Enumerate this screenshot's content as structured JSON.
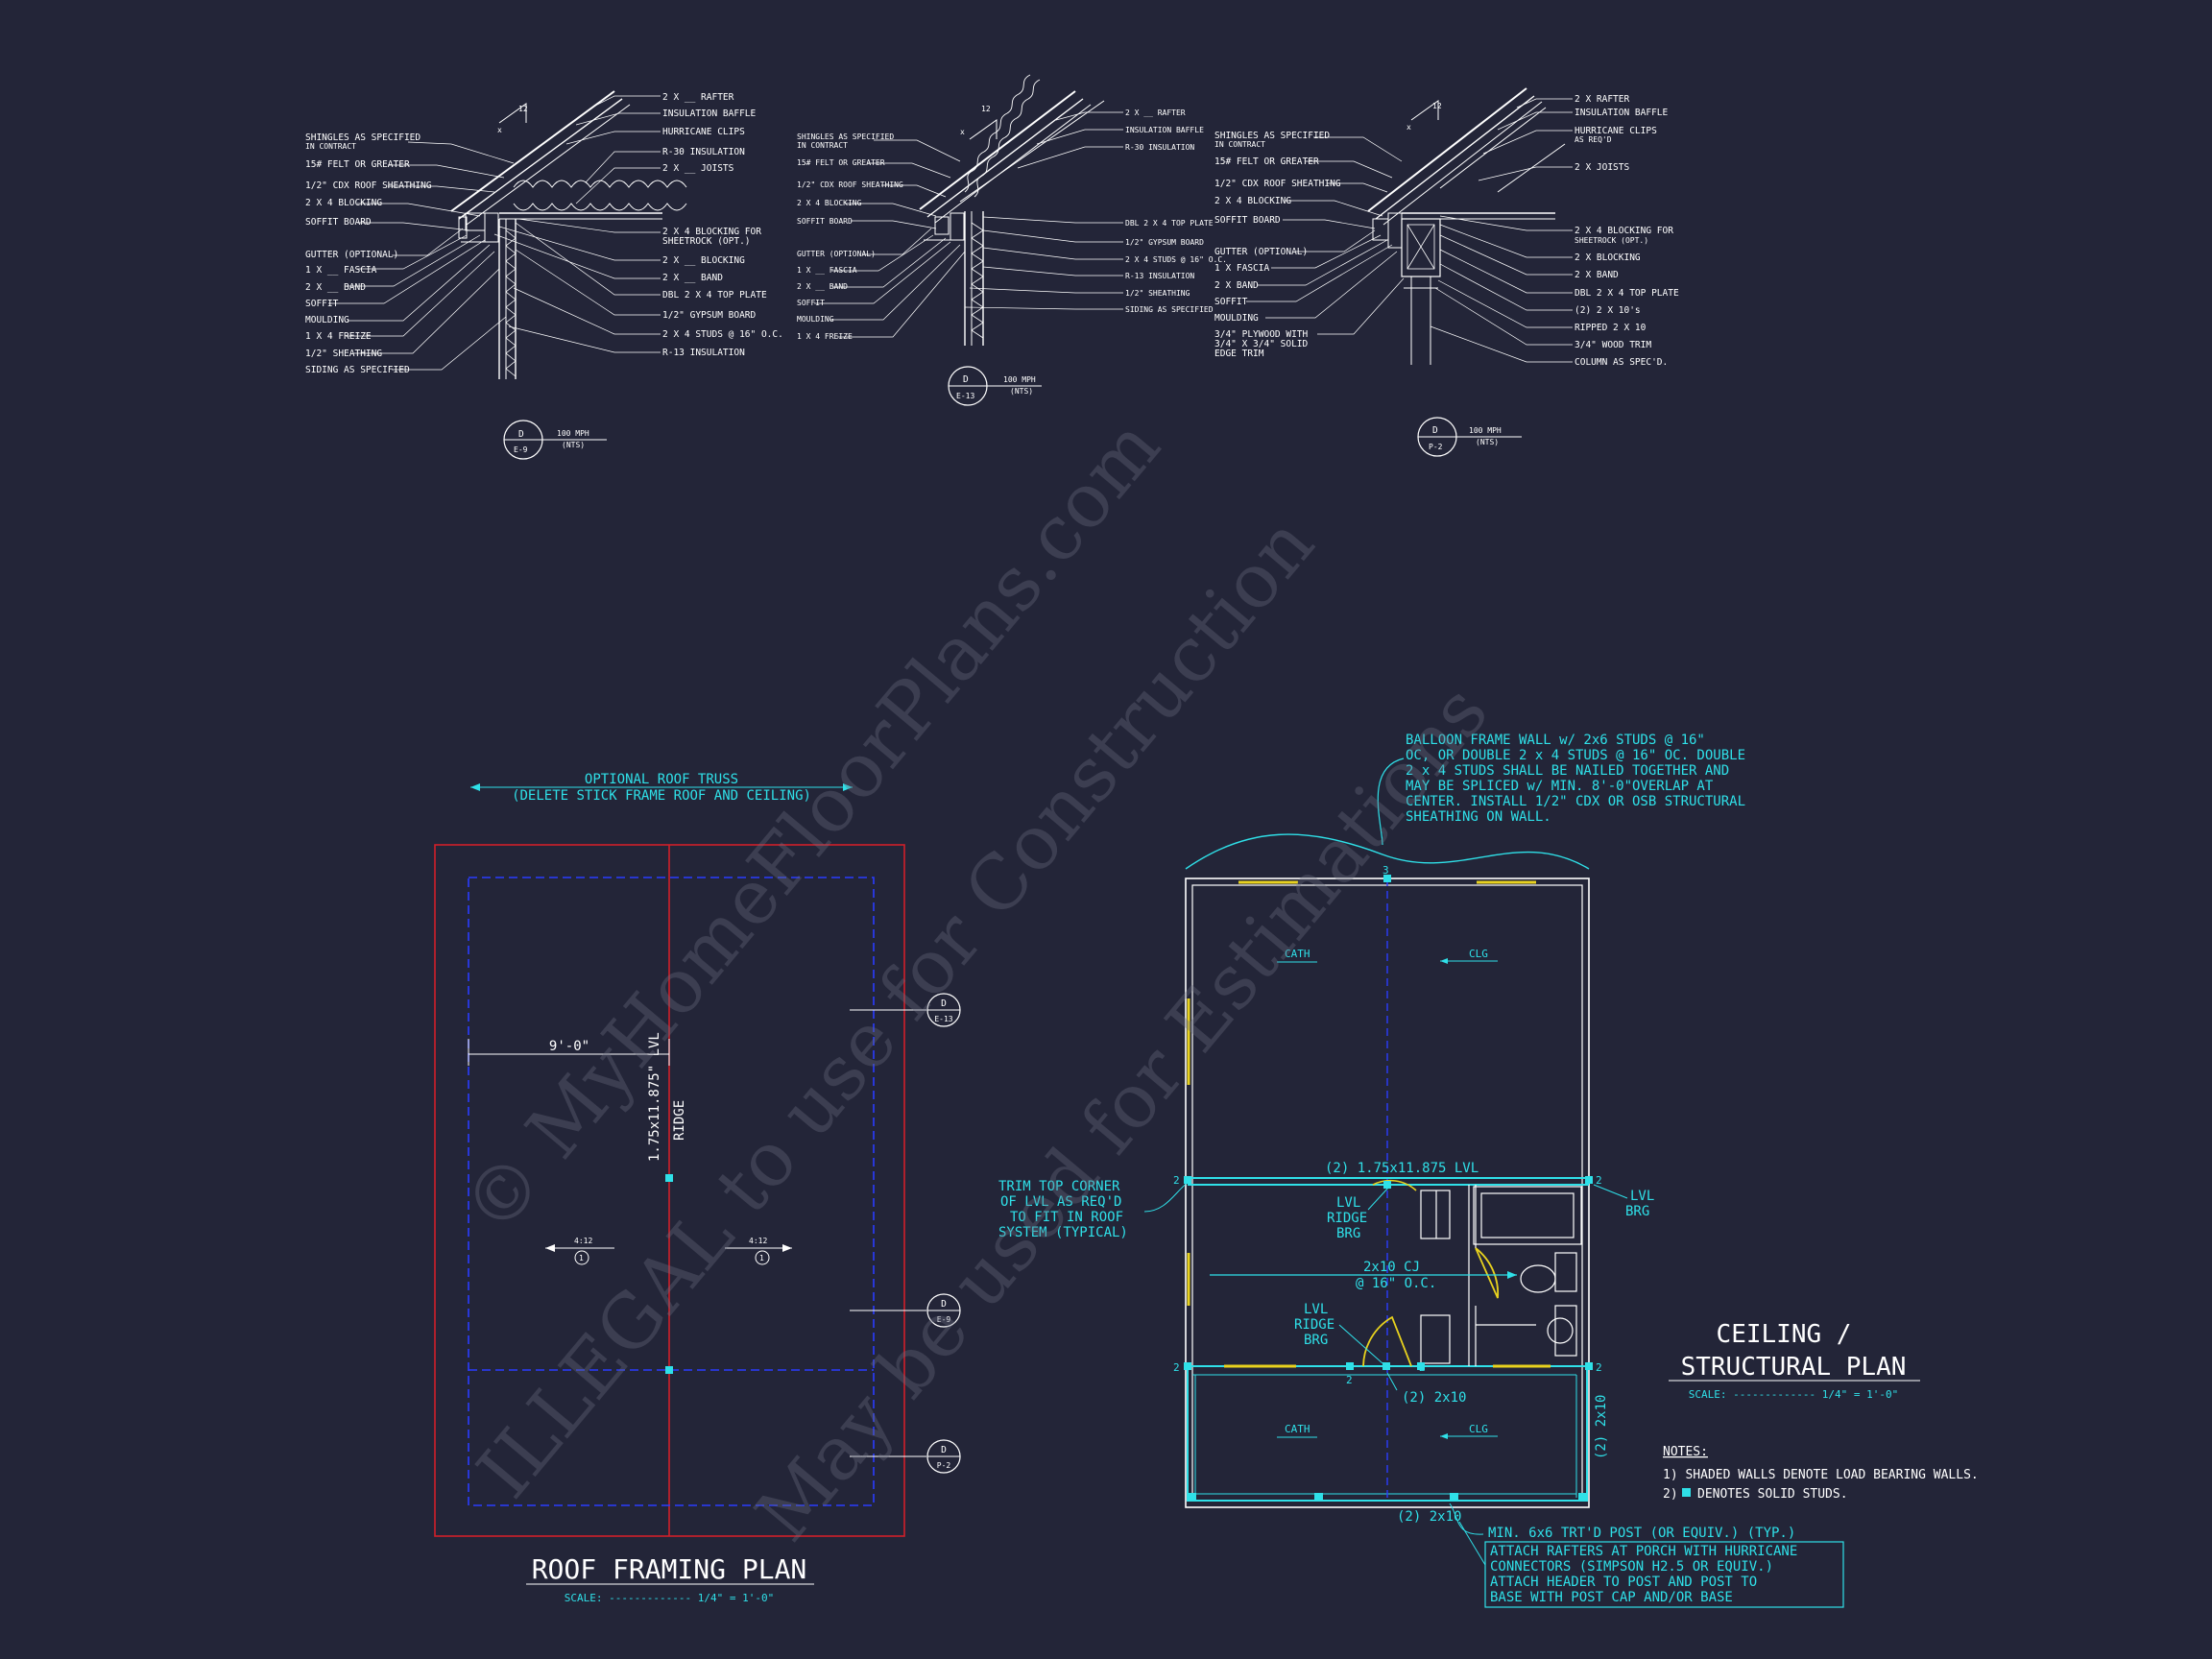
{
  "details": {
    "e9": {
      "left_labels": [
        "SHINGLES AS SPECIFIED",
        "IN CONTRACT",
        "15# FELT OR GREATER",
        "1/2\" CDX ROOF SHEATHING",
        "2 X 4 BLOCKING",
        "SOFFIT  BOARD",
        "GUTTER (OPTIONAL)",
        "1 X __ FASCIA",
        "2 X __ BAND",
        "SOFFIT",
        "MOULDING",
        "1 X 4 FREIZE",
        "1/2\" SHEATHING",
        "SIDING AS SPECIFIED"
      ],
      "right_labels": [
        "2 X __ RAFTER",
        "INSULATION BAFFLE",
        "HURRICANE CLIPS",
        "R-30 INSULATION",
        "2 X __ JOISTS",
        "2 X 4 BLOCKING FOR",
        "SHEETROCK (OPT.)",
        "2 X __ BLOCKING",
        "2 X __ BAND",
        "DBL 2 X 4 TOP PLATE",
        "1/2\" GYPSUM BOARD",
        "2 X 4 STUDS @ 16\" O.C.",
        "R-13 INSULATION"
      ],
      "pitch": "12",
      "tag_top": "D",
      "tag_bottom": "E-9",
      "wind": "100 MPH",
      "nts": "(NTS)"
    },
    "e13": {
      "left_labels": [
        "SHINGLES AS SPECIFIED",
        "IN CONTRACT",
        "15# FELT OR GREATER",
        "1/2\" CDX ROOF SHEATHING",
        "2 X 4 BLOCKING",
        "SOFFIT BOARD",
        "GUTTER (OPTIONAL)",
        "1 X __ FASCIA",
        "2 X __ BAND",
        "SOFFIT",
        "MOULDING",
        "1 X 4 FREIZE"
      ],
      "right_labels": [
        "2 X __ RAFTER",
        "INSULATION BAFFLE",
        "R-30 INSULATION",
        "DBL 2 X 4 TOP PLATE",
        "1/2\" GYPSUM BOARD",
        "2 X 4 STUDS @ 16\" O.C.",
        "R-13 INSULATION",
        "1/2\" SHEATHING",
        "SIDING AS SPECIFIED"
      ],
      "pitch": "12",
      "tag_top": "D",
      "tag_bottom": "E-13",
      "wind": "100 MPH",
      "nts": "(NTS)"
    },
    "p2": {
      "left_labels": [
        "SHINGLES AS SPECIFIED",
        "IN CONTRACT",
        "15# FELT OR GREATER",
        "1/2\" CDX ROOF SHEATHING",
        "2 X 4 BLOCKING",
        "SOFFIT  BOARD",
        "GUTTER (OPTIONAL)",
        "1 X   FASCIA",
        "2 X   BAND",
        "SOFFIT",
        "MOULDING",
        "3/4\" PLYWOOD WITH",
        "3/4\" X 3/4\" SOLID",
        "EDGE TRIM"
      ],
      "right_labels": [
        "2 X   RAFTER",
        "INSULATION BAFFLE",
        "HURRICANE CLIPS",
        "AS REQ'D",
        "2 X   JOISTS",
        "2 X 4 BLOCKING FOR",
        "SHEETROCK (OPT.)",
        "2 X   BLOCKING",
        "2 X   BAND",
        "DBL 2 X 4 TOP PLATE",
        "(2) 2 X 10's",
        "RIPPED 2 X 10",
        "3/4\" WOOD TRIM",
        "COLUMN AS SPEC'D."
      ],
      "pitch": "12",
      "tag_top": "D",
      "tag_bottom": "P-2",
      "wind": "100 MPH",
      "nts": "(NTS)"
    }
  },
  "roof_plan": {
    "truss_line1": "OPTIONAL ROOF TRUSS",
    "truss_line2": "(DELETE STICK FRAME ROOF AND CEILING)",
    "dim": "9'-0\"",
    "ridge1": "1.75x11.875\" LVL",
    "ridge2": "RIDGE",
    "pitch_left": "4:12",
    "pitch_right": "4:12",
    "arrow_tag": "1",
    "callouts": [
      {
        "top": "D",
        "bottom": "E-13"
      },
      {
        "top": "D",
        "bottom": "E-9"
      },
      {
        "top": "D",
        "bottom": "P-2"
      }
    ],
    "title": "ROOF FRAMING PLAN",
    "scale": "SCALE: ------------- 1/4\" = 1'-0\""
  },
  "ceiling_plan": {
    "balloon_note": [
      "BALLOON FRAME WALL w/ 2x6 STUDS @ 16\"",
      "OC, OR DOUBLE 2 x 4 STUDS @ 16\" OC. DOUBLE",
      "2 x 4 STUDS SHALL BE NAILED TOGETHER AND",
      "MAY BE SPLICED w/ MIN. 8'-0\"OVERLAP AT",
      "CENTER. INSTALL 1/2\" CDX OR OSB STRUCTURAL",
      "SHEATHING ON WALL."
    ],
    "trim_note": [
      "TRIM TOP CORNER",
      "OF LVL AS REQ'D",
      "TO FIT IN ROOF",
      "SYSTEM (TYPICAL)"
    ],
    "cath": "CATH",
    "clg": "CLG",
    "lvl_beam": "(2) 1.75x11.875 LVL",
    "lvl_brg": [
      "LVL",
      "BRG"
    ],
    "ridge_brg": [
      "LVL",
      "RIDGE",
      "BRG"
    ],
    "cj": [
      "2x10 CJ",
      "@ 16\" O.C."
    ],
    "header_2x10": "(2) 2x10",
    "side_2x10": "(2) 2x10",
    "bottom_2x10": "(2) 2x10",
    "num2": "2",
    "num3": "3",
    "post_note": "MIN. 6x6 TRT'D POST (OR EQUIV.) (TYP.)",
    "attach_note": [
      "ATTACH RAFTERS AT PORCH WITH HURRICANE",
      "CONNECTORS (SIMPSON H2.5 OR EQUIV.)",
      "ATTACH HEADER TO POST AND POST TO",
      "BASE WITH POST CAP AND/OR BASE"
    ],
    "title1": "CEILING /",
    "title2": "STRUCTURAL PLAN",
    "scale": "SCALE: ------------- 1/4\" = 1'-0\"",
    "notes_head": "NOTES:",
    "note1": "1) SHADED WALLS DENOTE LOAD BEARING WALLS.",
    "note2a": "2)",
    "note2b": "DENOTES SOLID STUDS."
  },
  "watermark": [
    "© MyHomeFloorPlans.com",
    "ILLEGAL to use for Construction",
    "May be used for Estimations"
  ],
  "colors": {
    "background": "#232538",
    "line": "#ffffff",
    "cyan": "#2fe0e8",
    "red": "#d0202a",
    "blue": "#2a3cff",
    "yellow": "#e8d21e"
  }
}
